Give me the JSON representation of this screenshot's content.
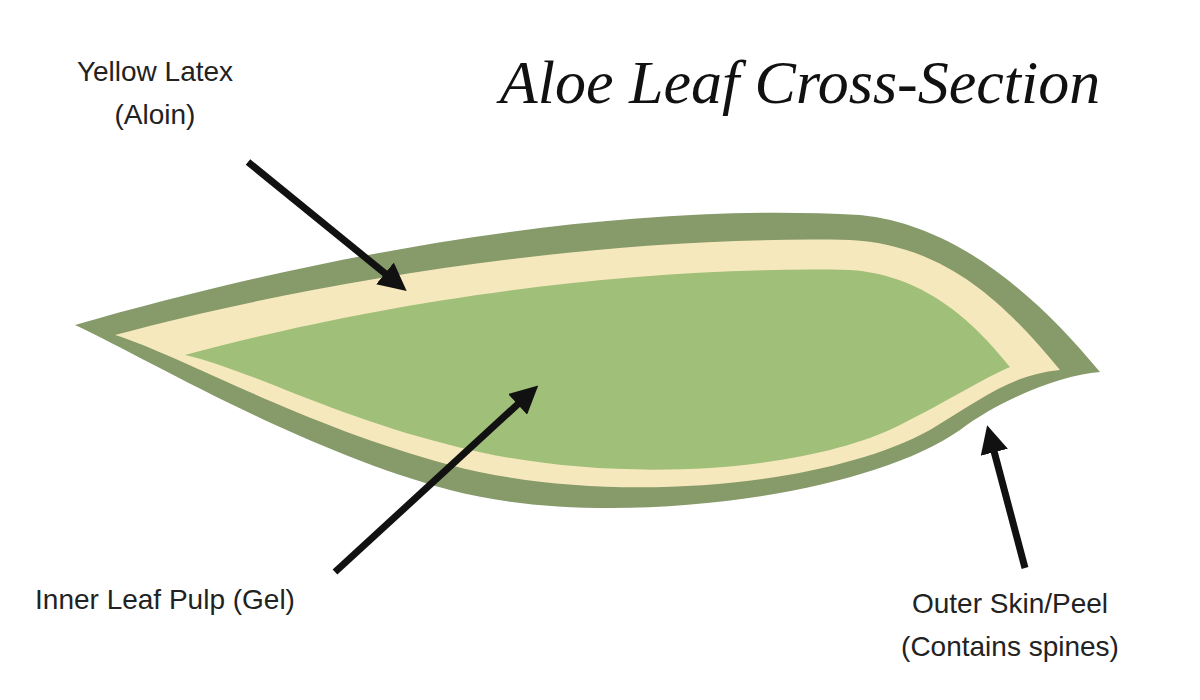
{
  "diagram": {
    "title": "Aloe Leaf Cross-Section",
    "labels": [
      "Yellow Latex (Aloin)",
      "Inner Leaf Pulp (Gel)",
      "Outer Skin/Peel (Contains spines)"
    ]
  }
}
